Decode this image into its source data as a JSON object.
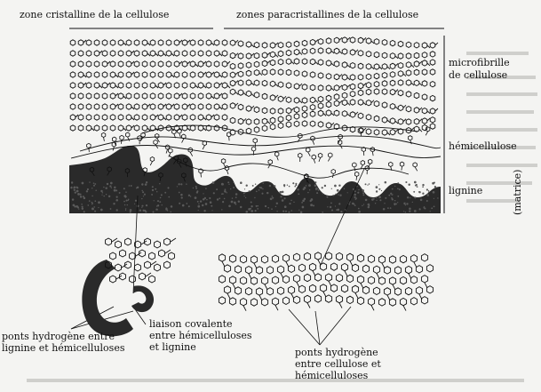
{
  "labels": {
    "zone_cristalline": "zone cristalline de la cellulose",
    "zones_paracristallines": "zones paracristallines de la cellulose",
    "microfibrille_1": "microfibrille",
    "microfibrille_2": "de cellulose",
    "hemicellulose": "hémicellulose",
    "lignine": "lignine",
    "matrice": "(matrice)",
    "ponts_lignine_1": "ponts hydrogène entre",
    "ponts_lignine_2": "lignine et hémicelluloses",
    "liaison_1": "liaison covalente",
    "liaison_2": "entre hémicelluloses",
    "liaison_3": "et lignine",
    "ponts_cellulose_1": "ponts hydrogène",
    "ponts_cellulose_2": "entre cellulose et",
    "ponts_cellulose_3": "hémicelluloses"
  },
  "colors": {
    "ink": "#111111",
    "lignin": "#2a2a2a",
    "paper": "#f4f4f2",
    "ghost_text": "#cfcfcc"
  }
}
